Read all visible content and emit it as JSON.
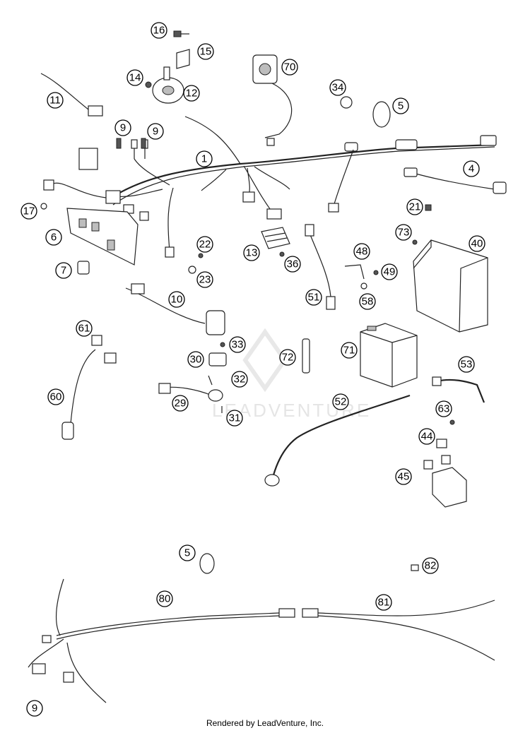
{
  "callouts": [
    "1",
    "4",
    "5",
    "5",
    "6",
    "7",
    "9",
    "9",
    "9",
    "10",
    "11",
    "12",
    "13",
    "14",
    "15",
    "16",
    "17",
    "21",
    "22",
    "23",
    "29",
    "30",
    "31",
    "32",
    "33",
    "34",
    "36",
    "40",
    "44",
    "45",
    "48",
    "49",
    "51",
    "52",
    "53",
    "58",
    "60",
    "61",
    "63",
    "70",
    "71",
    "72",
    "73",
    "80",
    "81",
    "82"
  ],
  "watermark": "LEADVENTURE",
  "footer_text": "Rendered by LeadVenture, Inc.",
  "colors": {
    "line": "#222222",
    "background": "#ffffff",
    "watermark": "#e3e3e3"
  }
}
